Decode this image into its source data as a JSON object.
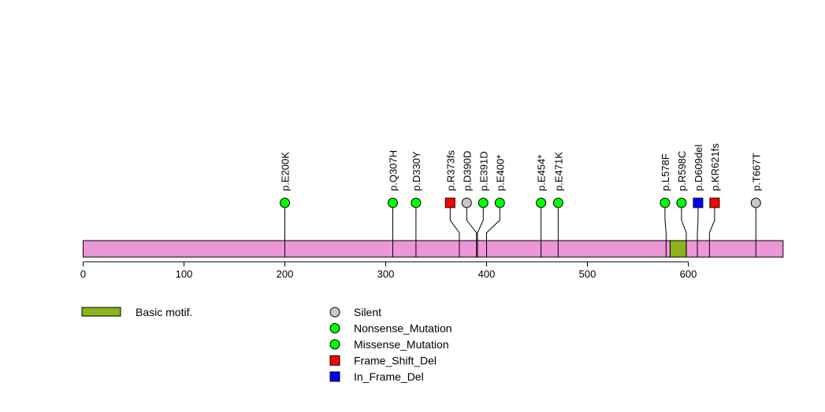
{
  "chart_data": {
    "type": "lollipop",
    "protein_length": 694,
    "axis_ticks": [
      0,
      100,
      200,
      300,
      400,
      500,
      600
    ],
    "domains": [
      {
        "name": "Basic motif.",
        "start": 582,
        "end": 598,
        "color": "#8db31a"
      }
    ],
    "backbone_color": "#eb96d6",
    "mutations": [
      {
        "label": "p.E200K",
        "pos": 200,
        "type": "Missense_Mutation"
      },
      {
        "label": "p.Q307H",
        "pos": 307,
        "type": "Missense_Mutation"
      },
      {
        "label": "p.D330Y",
        "pos": 330,
        "type": "Missense_Mutation"
      },
      {
        "label": "p.R373fs",
        "pos": 373,
        "type": "Frame_Shift_Del"
      },
      {
        "label": "p.D390D",
        "pos": 390,
        "type": "Silent"
      },
      {
        "label": "p.E391D",
        "pos": 391,
        "type": "Missense_Mutation"
      },
      {
        "label": "p.E400*",
        "pos": 400,
        "type": "Nonsense_Mutation"
      },
      {
        "label": "p.E454*",
        "pos": 454,
        "type": "Nonsense_Mutation"
      },
      {
        "label": "p.E471K",
        "pos": 471,
        "type": "Missense_Mutation"
      },
      {
        "label": "p.L578F",
        "pos": 578,
        "type": "Missense_Mutation"
      },
      {
        "label": "p.R598C",
        "pos": 598,
        "type": "Missense_Mutation"
      },
      {
        "label": "p.D609del",
        "pos": 609,
        "type": "In_Frame_Del"
      },
      {
        "label": "p.KR621fs",
        "pos": 621,
        "type": "Frame_Shift_Del"
      },
      {
        "label": "p.T667T",
        "pos": 667,
        "type": "Silent"
      }
    ],
    "legend": [
      {
        "name": "Silent",
        "shape": "circle",
        "color": "#c8c8c8"
      },
      {
        "name": "Nonsense_Mutation",
        "shape": "circle",
        "color": "#00ff00"
      },
      {
        "name": "Missense_Mutation",
        "shape": "circle",
        "color": "#00ff00"
      },
      {
        "name": "Frame_Shift_Del",
        "shape": "square",
        "color": "#ff0000"
      },
      {
        "name": "In_Frame_Del",
        "shape": "square",
        "color": "#0000ff"
      }
    ]
  }
}
